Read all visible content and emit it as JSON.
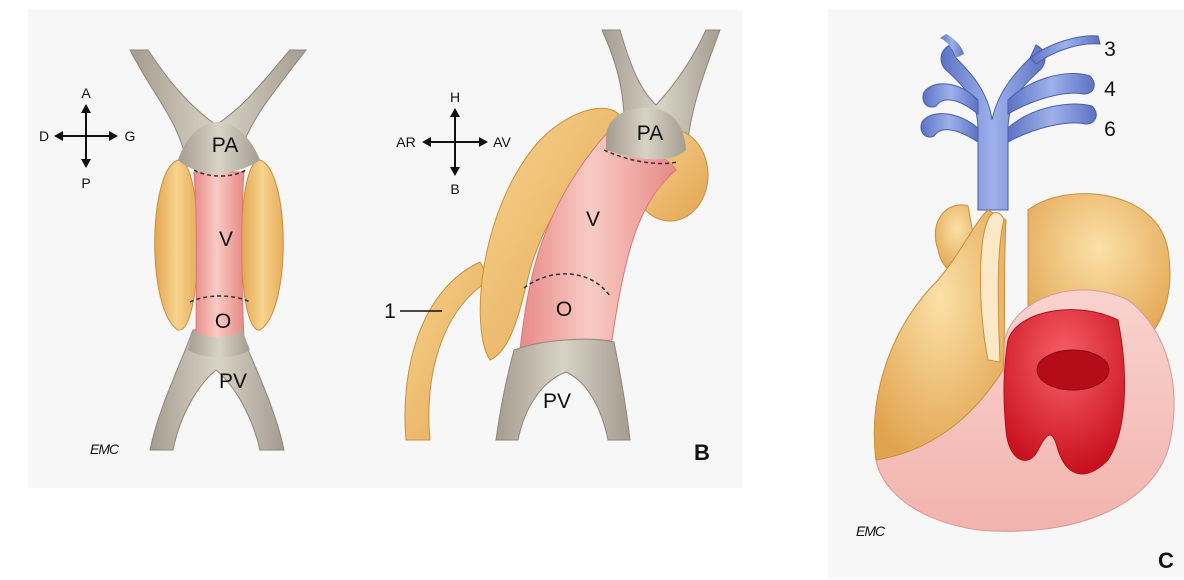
{
  "panel_a": {
    "compass": {
      "top": "A",
      "bottom": "P",
      "left": "D",
      "right": "G"
    },
    "labels": {
      "pa": "PA",
      "v": "V",
      "o": "O",
      "pv": "PV"
    },
    "logo": "EMC"
  },
  "panel_b": {
    "compass": {
      "top": "H",
      "bottom": "B",
      "left": "AR",
      "right": "AV"
    },
    "labels": {
      "pa": "PA",
      "v": "V",
      "o": "O",
      "pv": "PV",
      "callout": "1"
    },
    "panel_letter": "B"
  },
  "panel_c": {
    "arch_numbers": [
      "3",
      "4",
      "6"
    ],
    "logo": "EMC",
    "panel_letter": "C"
  },
  "colors": {
    "vessel_gray": "#c6c0b2",
    "vessel_gray_dark": "#9c9588",
    "cushion_yellow": "#f3c878",
    "cushion_yellow_dark": "#d9a24a",
    "tube_pink": "#f2a2a0",
    "tube_pink_light": "#f9cfc8",
    "arch_blue": "#7c93d8",
    "ventricle_red": "#e4202e",
    "myocardium_pink": "#f6c9c5"
  }
}
